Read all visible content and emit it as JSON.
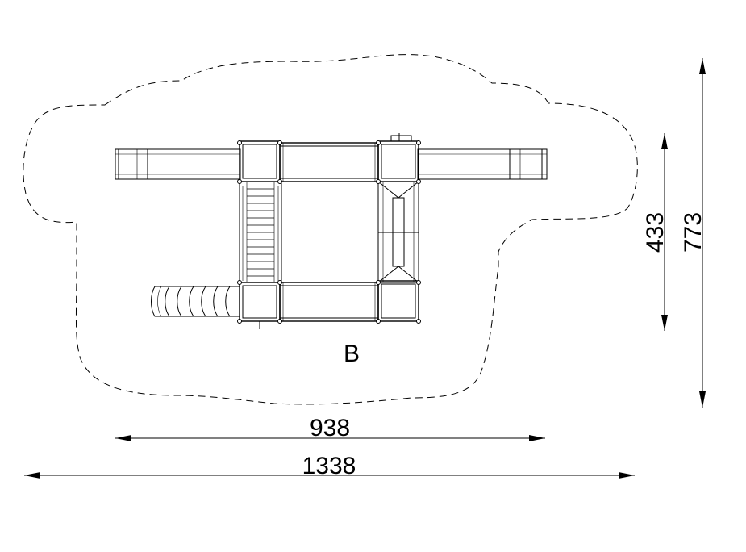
{
  "drawing": {
    "zone_label": "B",
    "dimensions": {
      "inner_width": "938",
      "outer_width": "1338",
      "inner_depth": "433",
      "outer_depth": "773"
    },
    "colors": {
      "line": "#000000",
      "detail": "#333333",
      "background": "#ffffff"
    }
  }
}
